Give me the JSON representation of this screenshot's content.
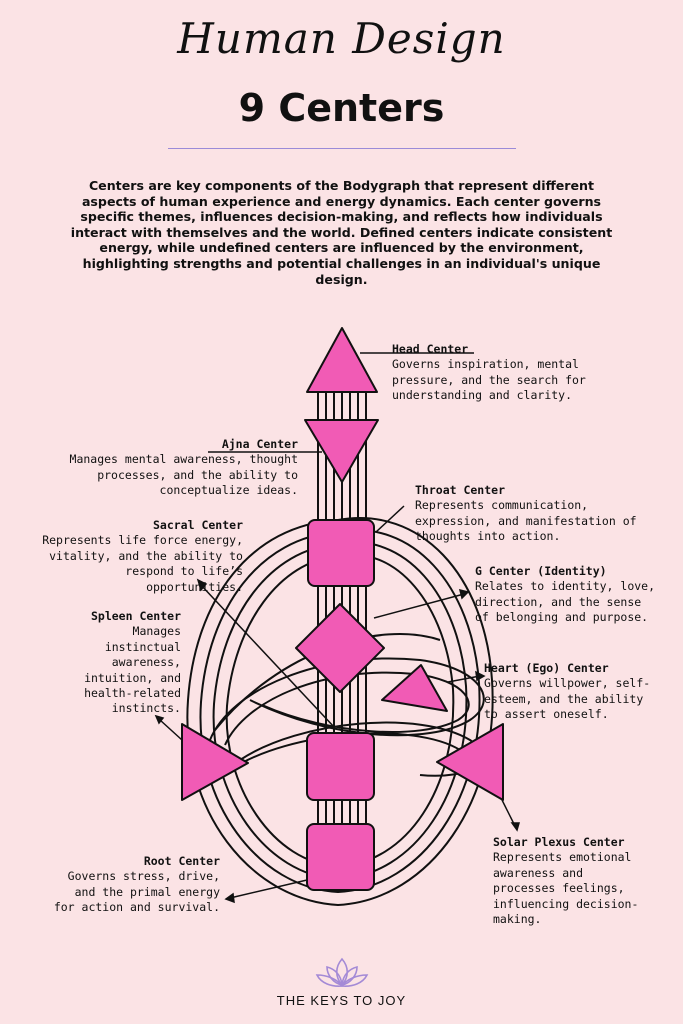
{
  "header": {
    "script_title": "Human Design",
    "title": "9 Centers"
  },
  "intro": "Centers are key components of the Bodygraph that represent different aspects of human experience and energy dynamics. Each center governs specific themes, influences decision-making, and reflects how individuals interact with themselves and the world. Defined centers indicate consistent energy, while undefined centers are influenced by the environment, highlighting strengths and potential challenges in an individual's unique design.",
  "centers": {
    "head": {
      "name": "Head Center",
      "desc": "Governs inspiration, mental pressure, and the search for understanding and clarity."
    },
    "ajna": {
      "name": "Ajna Center",
      "desc": "Manages mental awareness, thought processes, and the ability to conceptualize ideas."
    },
    "throat": {
      "name": "Throat Center",
      "desc": "Represents communication, expression, and manifestation of thoughts into action."
    },
    "sacral": {
      "name": "Sacral Center",
      "desc": "Represents life force energy, vitality, and the ability to respond to life’s opportunities."
    },
    "g": {
      "name": "G Center (Identity)",
      "desc": "Relates to identity, love, direction, and the sense of belonging and purpose."
    },
    "spleen": {
      "name": "Spleen Center",
      "desc": "Manages instinctual awareness, intuition, and health-related instincts."
    },
    "heart": {
      "name": "Heart (Ego) Center",
      "desc": "Governs willpower, self-esteem, and the ability to assert oneself."
    },
    "solar": {
      "name": "Solar Plexus Center",
      "desc": "Represents emotional awareness and processes feelings, influencing decision-making."
    },
    "root": {
      "name": "Root Center",
      "desc": "Governs stress, drive, and the primal energy for action and survival."
    }
  },
  "colors": {
    "background": "#fbe3e5",
    "center_fill": "#f15bb5",
    "accent_rule": "#9b8bd8",
    "logo": "#a48ad6"
  },
  "footer": {
    "brand": "THE KEYS TO JOY",
    "logo_icon": "lotus-icon"
  }
}
